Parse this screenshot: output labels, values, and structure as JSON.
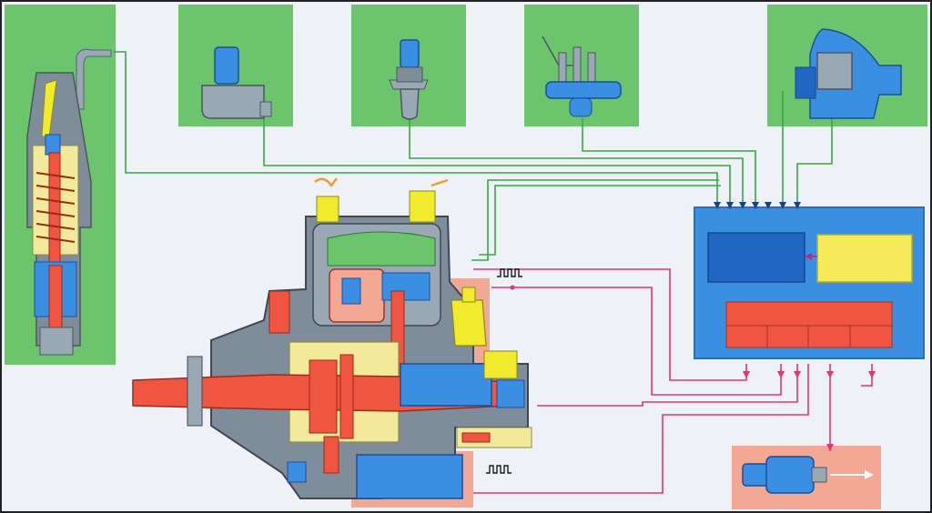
{
  "diagram": {
    "kind": "fuel-injection-system-schematic",
    "labels": [],
    "components": [
      {
        "name": "injector-nozzle-holder-icon",
        "panel": "green"
      },
      {
        "name": "speed-sensor-icon",
        "panel": "green"
      },
      {
        "name": "temperature-sensor-icon",
        "panel": "green"
      },
      {
        "name": "accelerator-pedal-sensor-icon",
        "panel": "green"
      },
      {
        "name": "air-mass-meter-icon",
        "panel": "green"
      },
      {
        "name": "ecu-control-unit",
        "panel": "blue"
      },
      {
        "name": "distributor-injection-pump",
        "panel": "none"
      },
      {
        "name": "actuator-valve-icon",
        "panel": "salmon"
      }
    ],
    "signal_glyphs": [
      "pulse-signal-icon",
      "pulse-signal-icon"
    ],
    "colors": {
      "background": "#eef1f6",
      "panel_green": "#6cc46c",
      "panel_blue": "#3a8fe0",
      "panel_salmon": "#f3a795",
      "ecu_dark_blue": "#2166c2",
      "ecu_yellow": "#f5ea5a",
      "ecu_red": "#ef5540",
      "signal_in": "#37a844",
      "signal_out": "#e23476",
      "pump_grey": "#7f8c9a",
      "pump_red": "#ef5540",
      "pump_yellow": "#f2ea9a",
      "pump_blue": "#3b8fe2"
    }
  }
}
